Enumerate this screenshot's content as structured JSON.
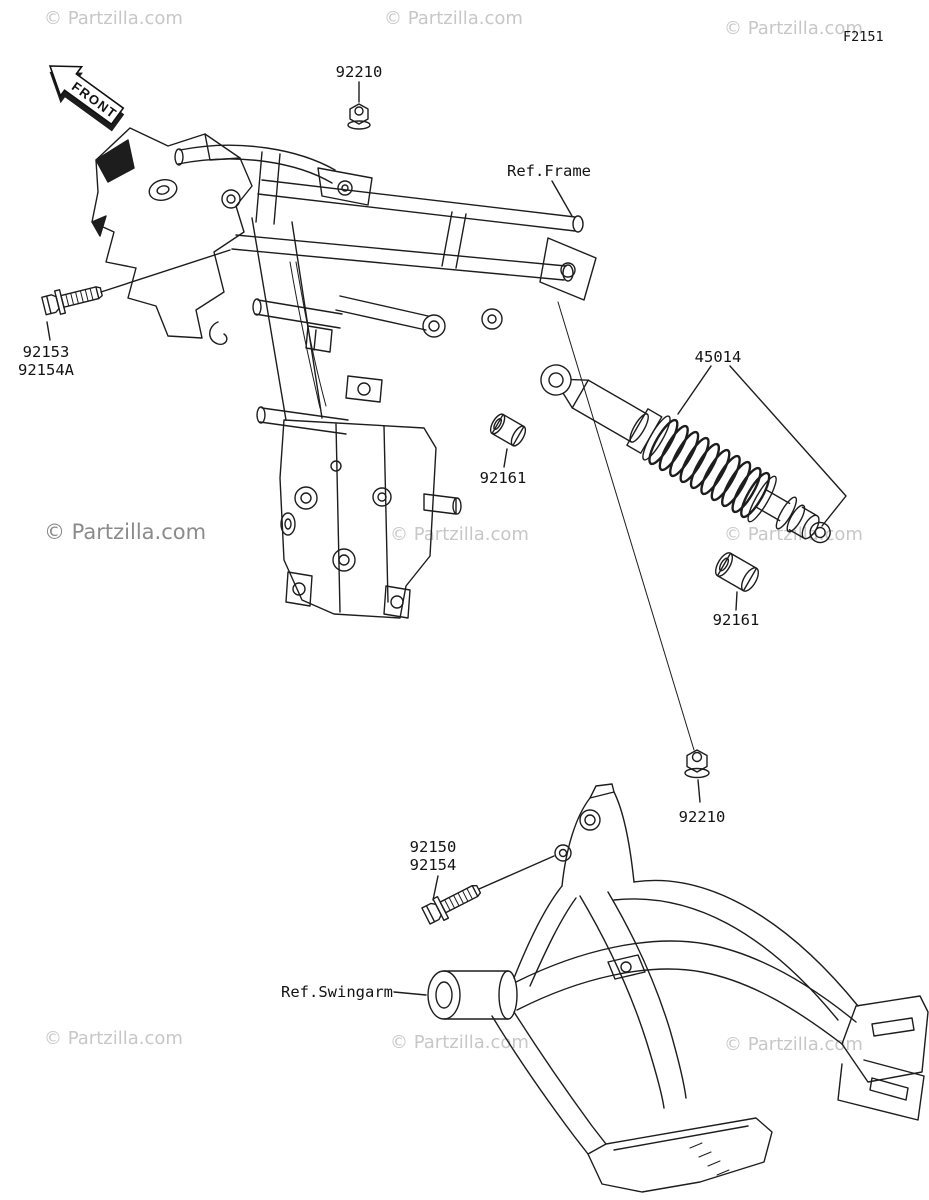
{
  "figure": {
    "code": "F2151"
  },
  "watermark": {
    "text": "© Partzilla.com"
  },
  "front_arrow": {
    "label": "FRONT"
  },
  "callouts": {
    "nut_top": "92210",
    "ref_frame": "Ref.Frame",
    "bolt_upper": "92153",
    "bolt_upper_alt": "92154A",
    "shock": "45014",
    "bushing_upper": "92161",
    "bushing_lower": "92161",
    "nut_bottom": "92210",
    "bolt_lower": "92150",
    "bolt_lower_alt": "92154",
    "ref_swingarm": "Ref.Swingarm"
  },
  "colors": {
    "line": "#1d1d1d",
    "watermark_light": "#c7c7c7",
    "watermark_dark": "#8b8b8b",
    "background": "#ffffff"
  }
}
